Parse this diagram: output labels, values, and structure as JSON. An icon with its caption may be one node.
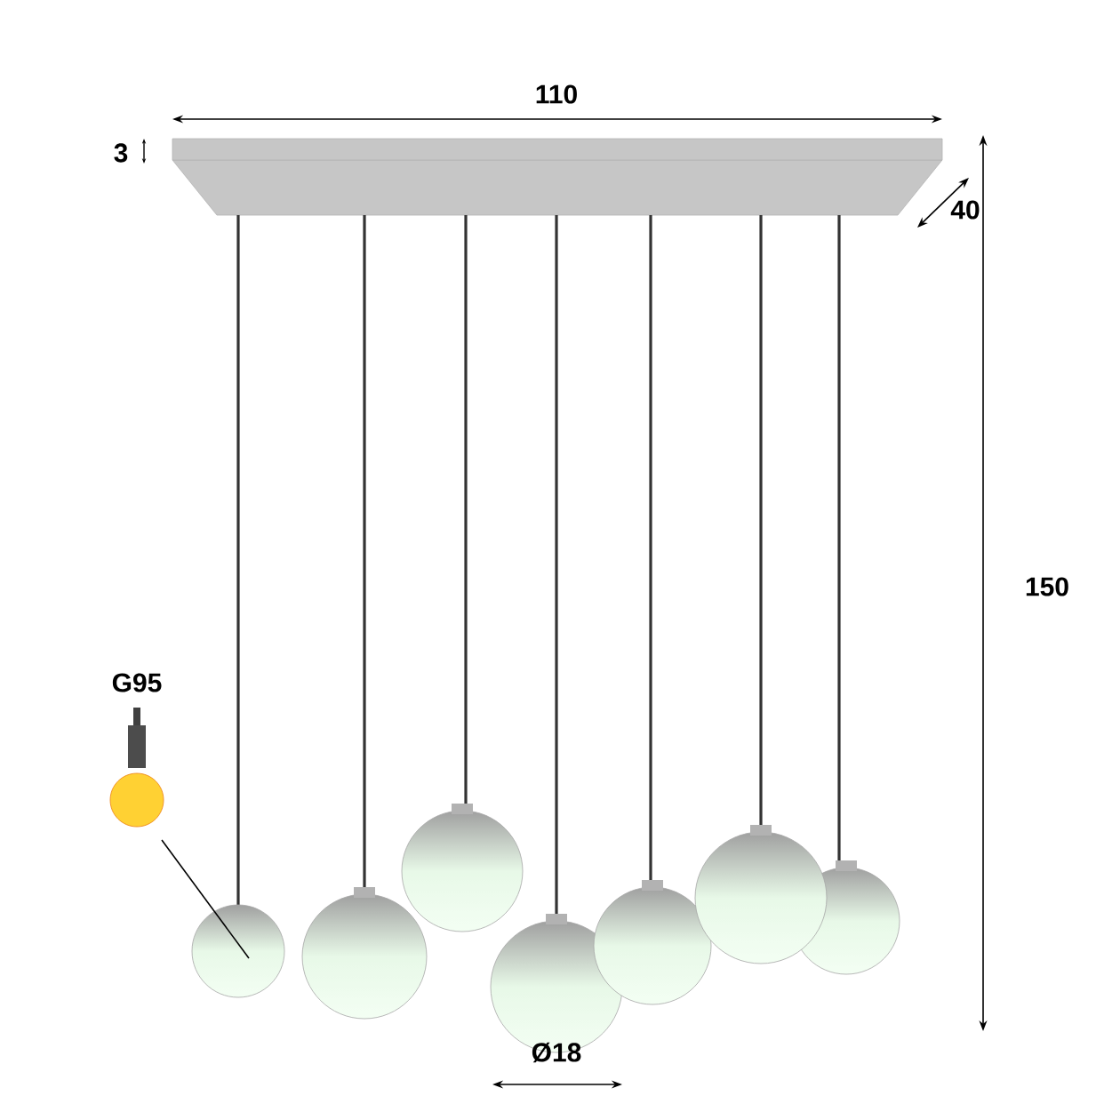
{
  "diagram": {
    "nodes": [
      {
        "text": [
          "G95"
        ]
      },
      {
        "text": [],
        "shape": "picture"
      }
    ],
    "edges": [
      {
        "from": 0,
        "to": 1,
        "arrow": "none"
      }
    ],
    "labels": [
      "110",
      "3",
      "40",
      "150",
      "Ø18"
    ]
  }
}
